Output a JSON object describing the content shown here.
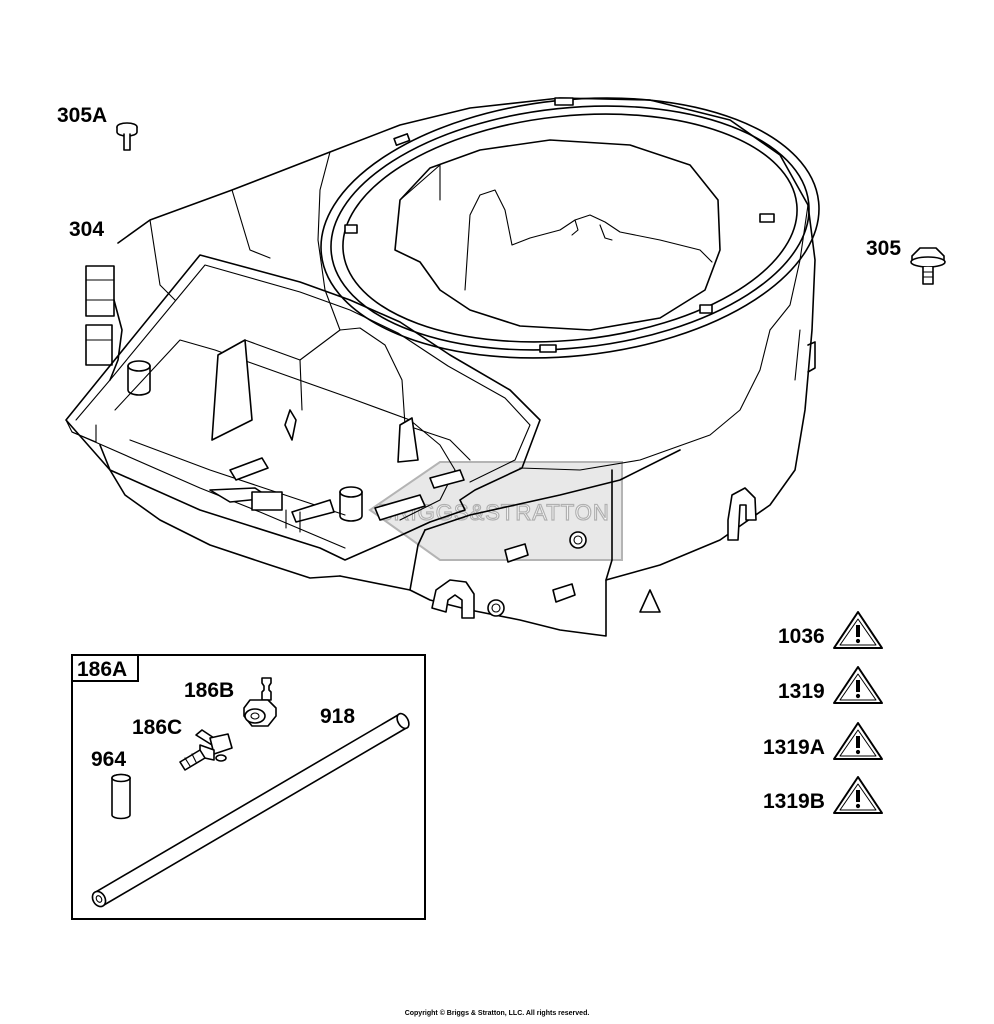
{
  "callouts": {
    "p305A": "305A",
    "p304": "304",
    "p305": "305",
    "p186A": "186A",
    "p186B": "186B",
    "p186C": "186C",
    "p918": "918",
    "p964": "964"
  },
  "warnings": [
    {
      "label": "1036",
      "icon": "warning-triangle-icon"
    },
    {
      "label": "1319",
      "icon": "warning-triangle-icon"
    },
    {
      "label": "1319A",
      "icon": "warning-triangle-icon"
    },
    {
      "label": "1319B",
      "icon": "warning-triangle-icon"
    }
  ],
  "watermark": "BRIGGS&STRATTON",
  "copyright": "Copyright © Briggs & Stratton, LLC. All rights reserved."
}
